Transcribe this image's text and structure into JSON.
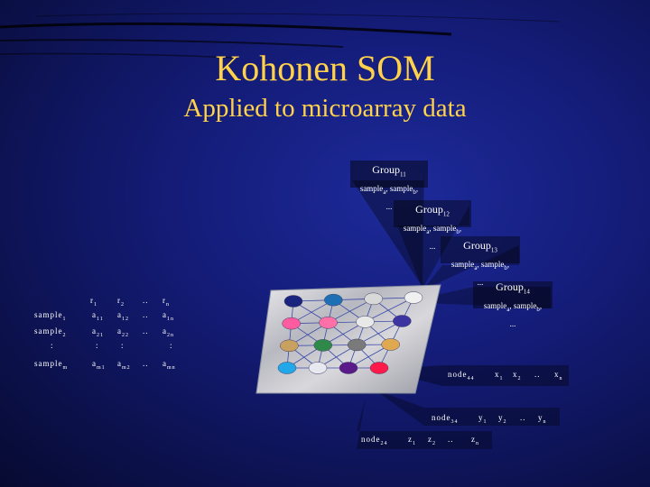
{
  "title": "Kohonen SOM",
  "subtitle": "Applied to microarray data",
  "groups": [
    {
      "label": "Group",
      "index": "11",
      "samples": "sample",
      "sa": "a",
      "sb": "b",
      "rest": ", ..."
    },
    {
      "label": "Group",
      "index": "12",
      "samples": "sample",
      "sa": "a",
      "sb": "b",
      "rest": ", ..."
    },
    {
      "label": "Group",
      "index": "13",
      "samples": "sample",
      "sa": "a",
      "sb": "b",
      "rest": ", ..."
    },
    {
      "label": "Group",
      "index": "14",
      "samples": "sample",
      "sa": "a",
      "sb": "b",
      "rest": ", ..."
    }
  ],
  "matrix": {
    "header": [
      "r",
      "r",
      "..",
      "r"
    ],
    "header_sub": [
      "1",
      "2",
      "",
      "n"
    ],
    "rows": [
      {
        "label": "sample",
        "label_sub": "1",
        "cells": [
          "a",
          "a",
          "..",
          "a"
        ],
        "subs": [
          "11",
          "12",
          "",
          "1n"
        ]
      },
      {
        "label": "sample",
        "label_sub": "2",
        "cells": [
          "a",
          "a",
          "..",
          "a"
        ],
        "subs": [
          "21",
          "22",
          "",
          "2n"
        ]
      },
      {
        "label": ":",
        "label_sub": "",
        "cells": [
          ":",
          ":",
          "",
          ":"
        ],
        "subs": [
          "",
          "",
          "",
          ""
        ]
      },
      {
        "label": "sample",
        "label_sub": "m",
        "cells": [
          "a",
          "a",
          "..",
          "a"
        ],
        "subs": [
          "m1",
          "m2",
          "",
          "mn"
        ]
      }
    ]
  },
  "node_vectors": [
    {
      "node": "node",
      "node_sub": "44",
      "vals": [
        "x",
        "x",
        "..",
        "x"
      ],
      "subs": [
        "1",
        "2",
        "",
        "n"
      ]
    },
    {
      "node": "node",
      "node_sub": "34",
      "vals": [
        "y",
        "y",
        "..",
        "y"
      ],
      "subs": [
        "1",
        "2",
        "",
        "n"
      ]
    },
    {
      "node": "node",
      "node_sub": "24",
      "vals": [
        "z",
        "z",
        "..",
        "z"
      ],
      "subs": [
        "1",
        "2",
        "",
        "n"
      ]
    }
  ],
  "colors": {
    "title": "#ffd24a",
    "grid_nodes": [
      [
        "#1a237e",
        "#1f6fb5",
        "#d8d8d8",
        "#f0f0f0"
      ],
      [
        "#ff5ba0",
        "#ff6fa8",
        "#e8e8e8",
        "#3c34a0"
      ],
      [
        "#c8a060",
        "#2f8a4a",
        "#7a7a7a",
        "#e0a850"
      ],
      [
        "#22a8e8",
        "#e8e8f0",
        "#5a1a8a",
        "#ff1a4a"
      ]
    ]
  }
}
